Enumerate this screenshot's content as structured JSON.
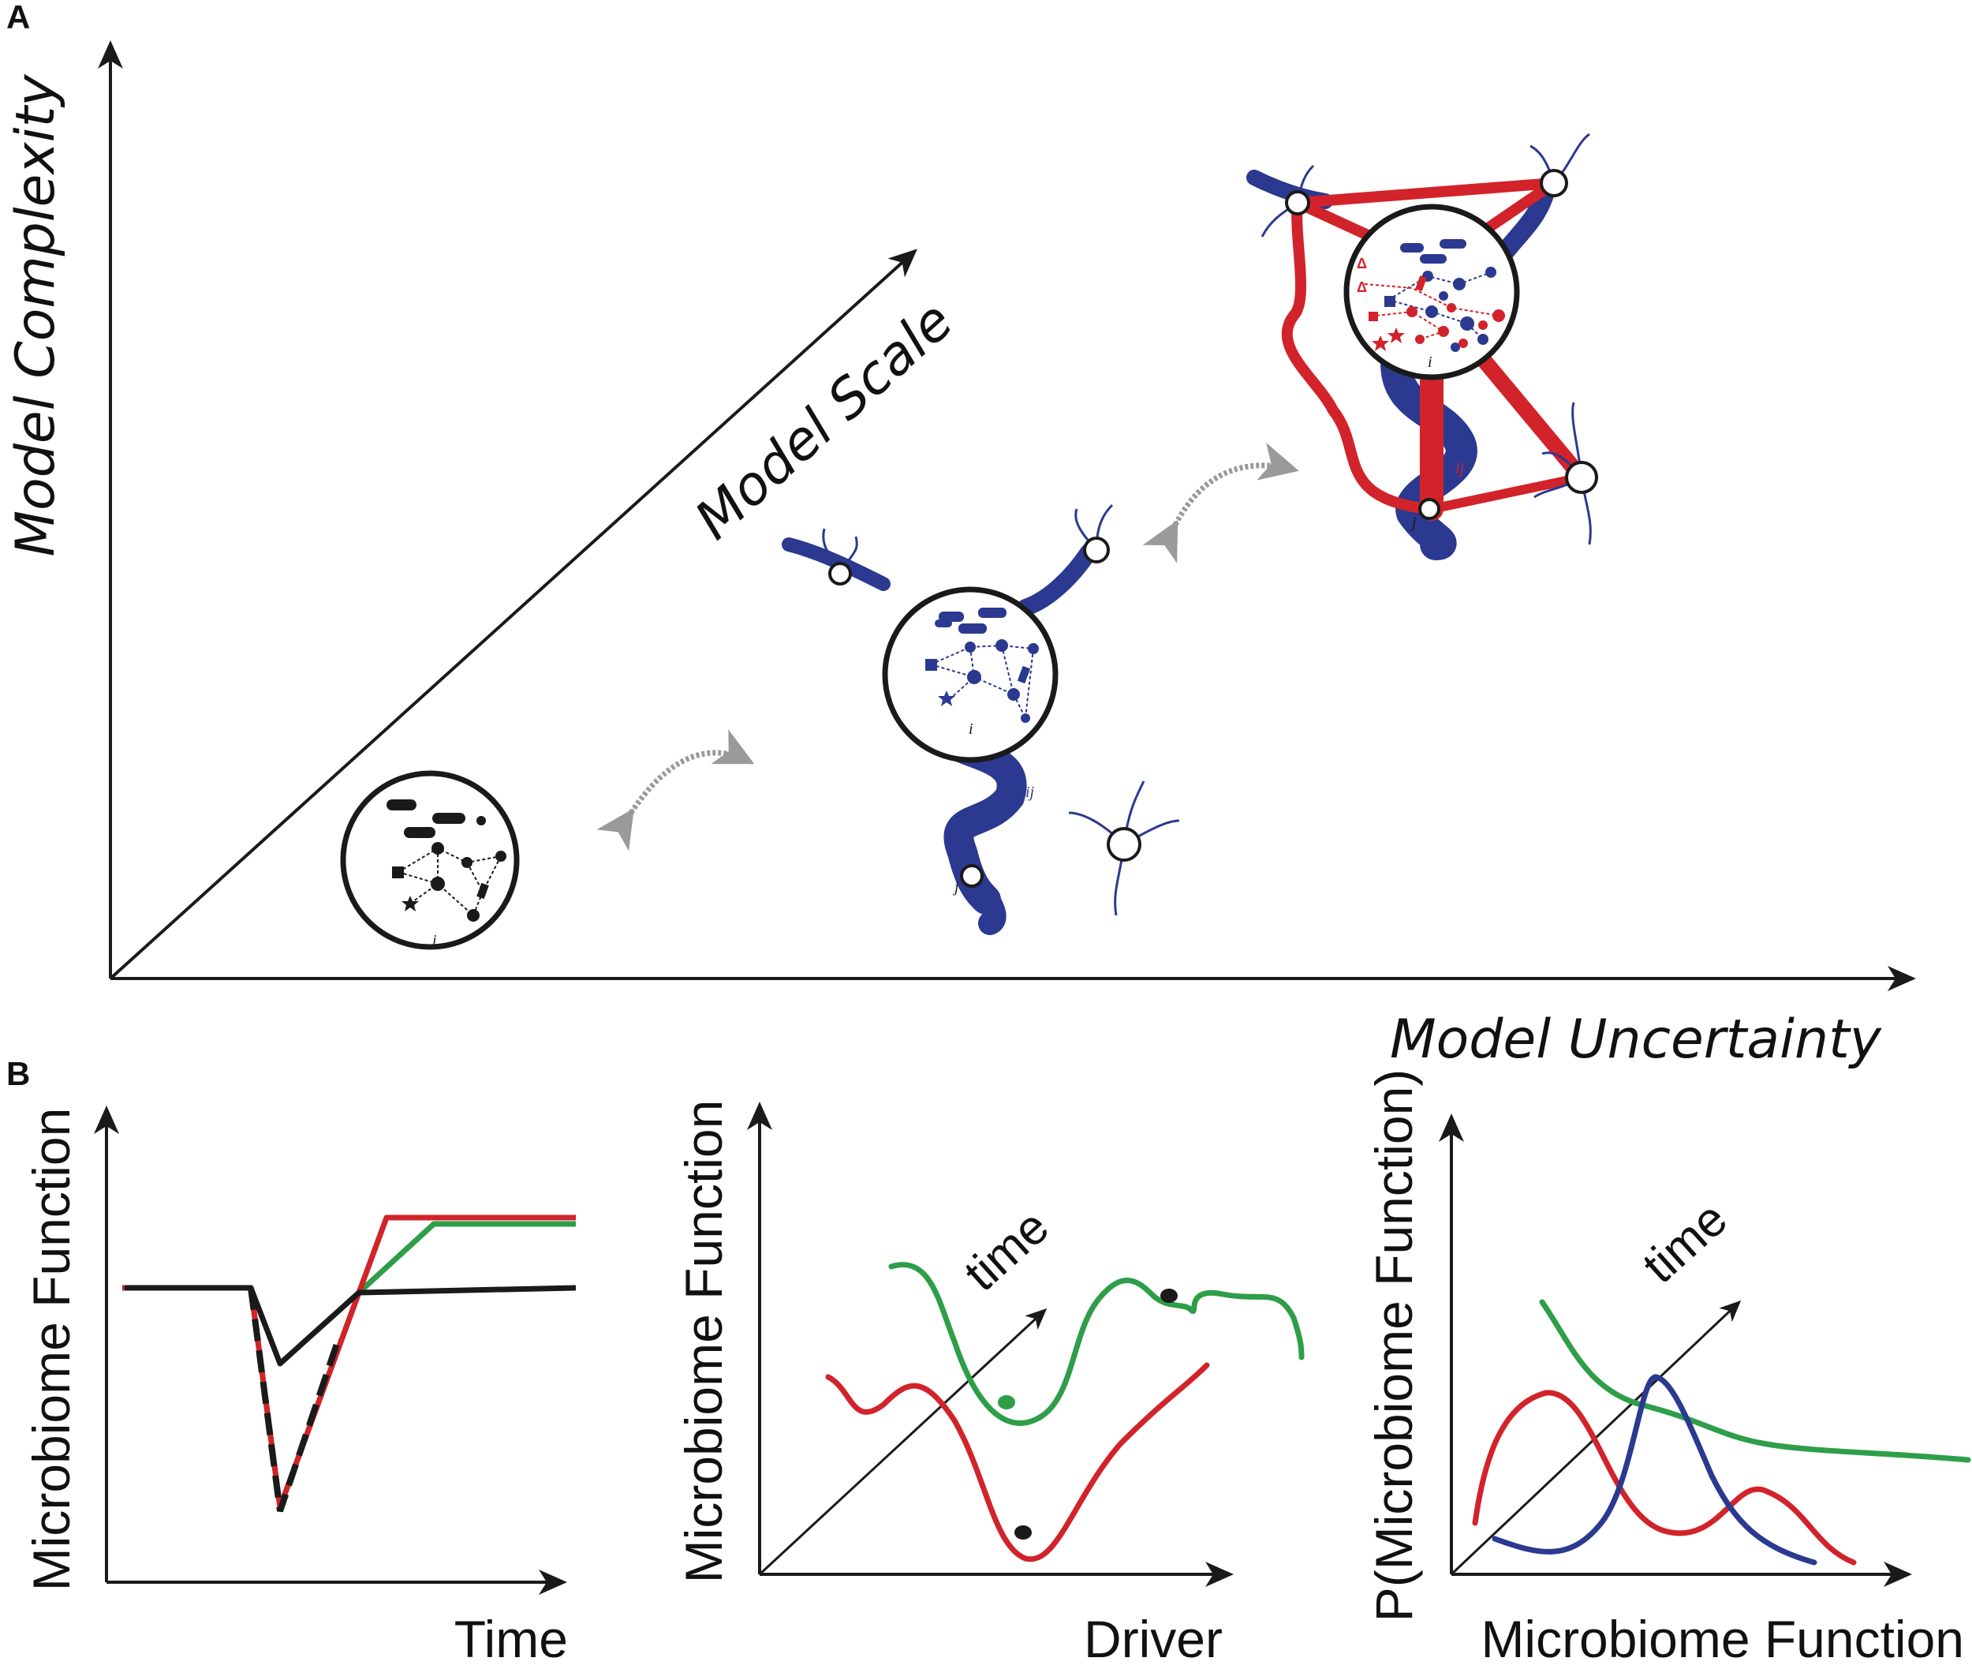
{
  "panel_a": {
    "letter": "A",
    "y_axis_label": "Model Complexity",
    "x_axis_label": "Model Uncertainty",
    "diagonal_label": "Model Scale",
    "index_i": "i",
    "index_j": "j",
    "index_ij": "ij"
  },
  "panel_b": {
    "letter": "B",
    "plot1": {
      "ylabel": "Microbiome Function",
      "xlabel": "Time"
    },
    "plot2": {
      "ylabel": "Microbiome Function",
      "xlabel": "Driver",
      "time_label": "time"
    },
    "plot3": {
      "ylabel": "P(Microbiome Function)",
      "xlabel": "Microbiome Function",
      "time_label": "time"
    }
  },
  "colors": {
    "black": "#1a1a1a",
    "blue": "#2b3990",
    "red": "#d2232a",
    "green": "#2e9e48",
    "gray": "#9a9a9a"
  }
}
